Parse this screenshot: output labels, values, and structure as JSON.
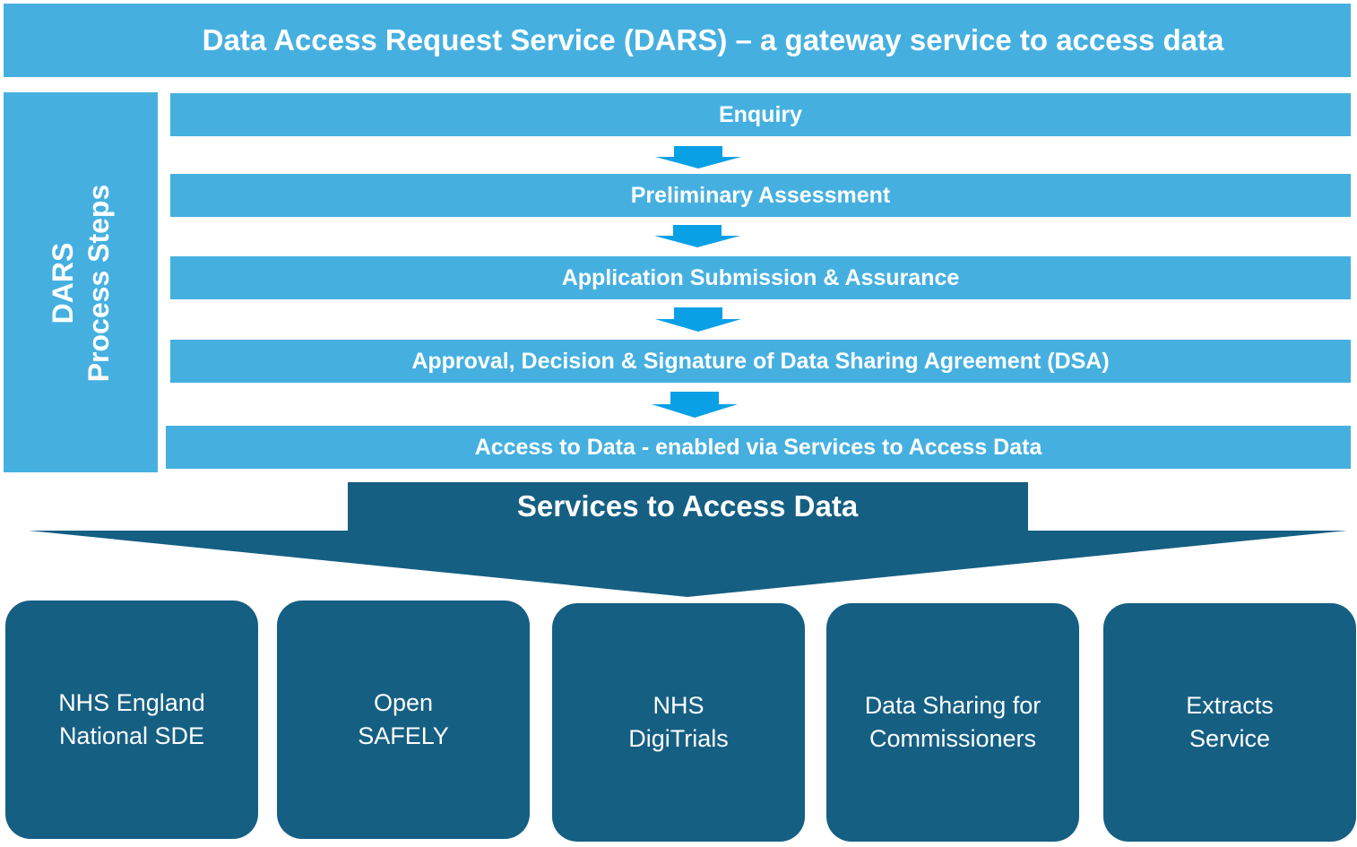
{
  "header": {
    "title": "Data Access Request Service (DARS) – a gateway service to access data"
  },
  "side_label": {
    "line1": "DARS",
    "line2": "Process Steps"
  },
  "steps": [
    {
      "label": "Enquiry"
    },
    {
      "label": "Preliminary Assessment"
    },
    {
      "label": "Application Submission & Assurance"
    },
    {
      "label": "Approval, Decision & Signature of Data Sharing Agreement (DSA)"
    },
    {
      "label": "Access to Data - enabled via Services to Access Data"
    }
  ],
  "services": {
    "title": "Services to Access Data",
    "items": [
      {
        "label": "NHS England\nNational SDE"
      },
      {
        "label": "Open\nSAFELY"
      },
      {
        "label": "NHS\nDigiTrials"
      },
      {
        "label": "Data Sharing for\nCommissioners"
      },
      {
        "label": "Extracts\nService"
      }
    ]
  },
  "colors": {
    "light_blue": "#45b0e0",
    "dark_blue": "#155f83",
    "arrow_blue": "#0aa0e6"
  }
}
